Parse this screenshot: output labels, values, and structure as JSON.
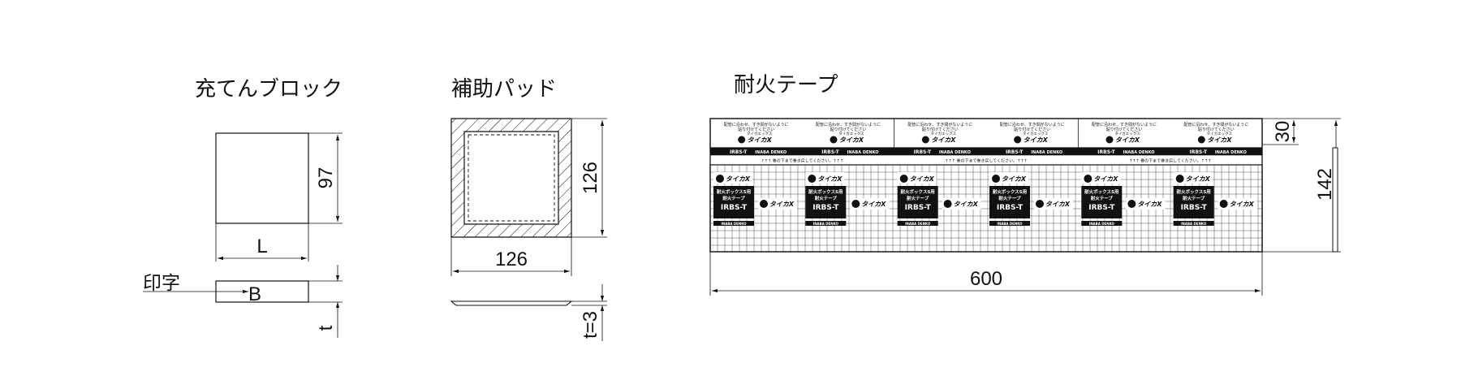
{
  "block": {
    "title": "充てんブロック",
    "height_dim": "97",
    "width_dim": "L",
    "print_label": "印字",
    "print_mark": "B",
    "thickness_dim": "t"
  },
  "pad": {
    "title": "補助パッド",
    "height_dim": "126",
    "width_dim": "126",
    "thickness_dim": "t=3"
  },
  "tape": {
    "title": "耐火テープ",
    "length_dim": "600",
    "width_dim": "142",
    "band_dim": "30",
    "caution_line1": "配管に沿わせ、すき間がないように",
    "caution_line2": "貼り付けてください",
    "product_code": "IRBS-T",
    "maker": "INABA DENKO",
    "guide_text": "↑↑↑ 巻の下まで巻き戻してください。↑↑↑",
    "block_line1": "耐火ボックスS用",
    "block_line2": "耐火テープ",
    "brand": "タイカX",
    "brand_kana": "タイカエックス"
  }
}
